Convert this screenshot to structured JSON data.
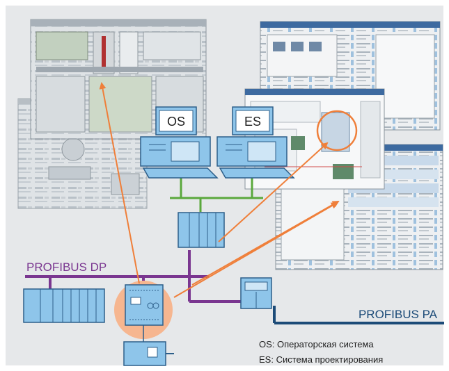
{
  "colors": {
    "background": "#e6e8ea",
    "profibus_dp": "#7a3690",
    "profibus_pa": "#1c4b78",
    "ethernet": "#5aa83c",
    "arrow": "#ef7f3a",
    "device_blue": "#8ec5ea",
    "device_stroke": "#2d5f8a",
    "highlight_circle": "#f6b690"
  },
  "stations": {
    "os_label": "OS",
    "es_label": "ES"
  },
  "buses": {
    "profibus_dp_label": "PROFIBUS DP",
    "profibus_pa_label": "PROFIBUS PA"
  },
  "legend": {
    "os": "OS: Операторская система",
    "es": "ES: Система проектирования"
  },
  "icons": [
    "monitor-icon",
    "workstation-icon",
    "keyboard-icon",
    "plc-rack-icon",
    "io-module-icon",
    "motor-icon",
    "screenshot-thumbnail"
  ]
}
